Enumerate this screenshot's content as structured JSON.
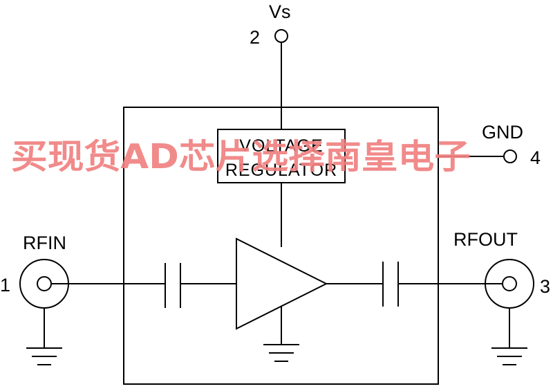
{
  "pins": {
    "vs": {
      "name": "Vs",
      "number": "2"
    },
    "gnd": {
      "name": "GND",
      "number": "4"
    },
    "rfin": {
      "name": "RFIN",
      "number": "1"
    },
    "rfout": {
      "name": "RFOUT",
      "number": "3"
    }
  },
  "regulator": {
    "line1": "VOLTAGE",
    "line2": "REGULATOR"
  },
  "watermark": {
    "text": "买现货AD芯片选择南皇电子",
    "color": "#f08080"
  }
}
